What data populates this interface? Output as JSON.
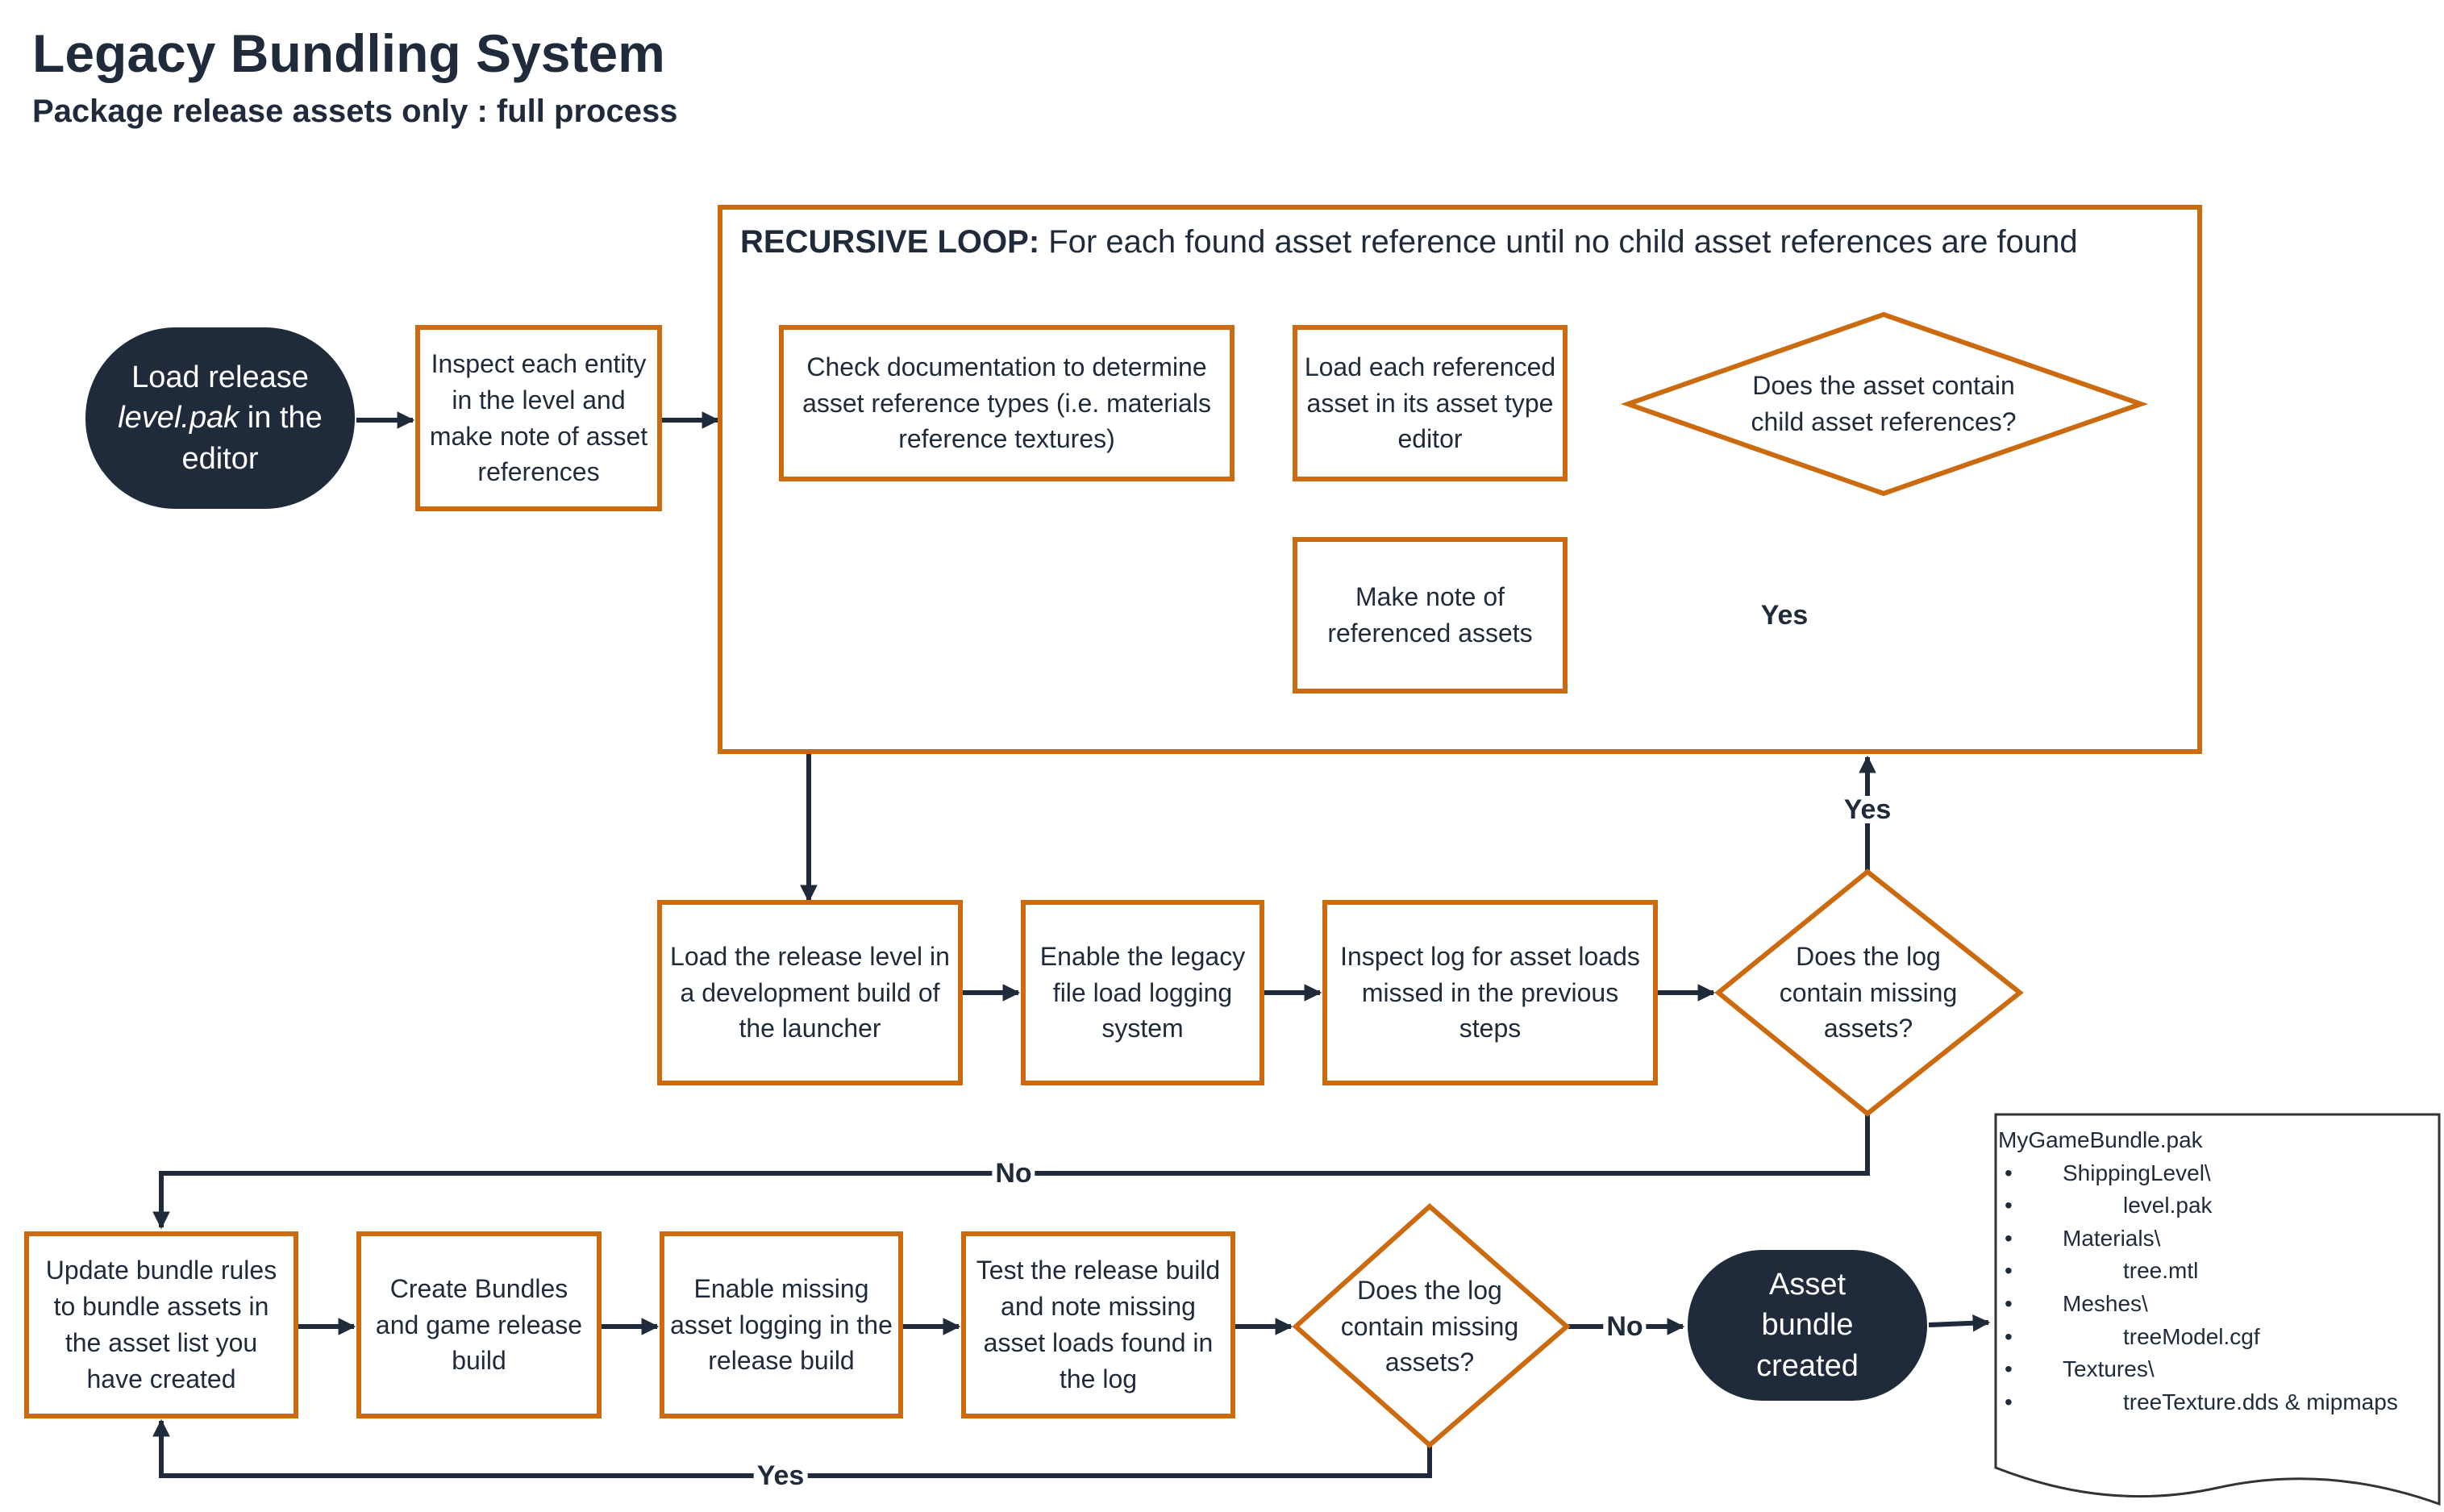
{
  "header": {
    "title": "Legacy Bundling System",
    "subtitle": "Package release assets only : full process"
  },
  "loop": {
    "heading_bold": "RECURSIVE LOOP:",
    "heading_rest": " For each found asset reference until no child asset references are found"
  },
  "nodes": {
    "load_release_level": {
      "prefix": "Load release",
      "italic": "level.pak",
      "suffix": " in the",
      "last": "editor"
    },
    "inspect_each_entity": "Inspect each entity in the level and make note of asset references",
    "check_documentation": "Check documentation to determine asset reference types (i.e. materials reference textures)",
    "load_each_referenced": "Load each referenced asset in its asset type editor",
    "does_asset_contain_child": "Does the asset contain child asset references?",
    "make_note_referenced": "Make note of referenced assets",
    "load_release_dev_build": "Load the release level in a development build of the launcher",
    "enable_legacy_logging": "Enable the legacy file load logging system",
    "inspect_log": "Inspect log for asset loads missed in the previous steps",
    "does_log_contain_missing_1": "Does the log contain missing assets?",
    "update_bundle_rules": "Update bundle rules to bundle assets in the asset list you have created",
    "create_bundles": "Create Bundles and game release build",
    "enable_missing_asset_logging": "Enable missing asset logging in the release build",
    "test_release_build": "Test the release build and note missing asset loads found in the log",
    "does_log_contain_missing_2": "Does the log contain missing assets?",
    "asset_bundle_created": "Asset bundle created"
  },
  "edge_labels": {
    "child_refs_yes": "Yes",
    "missing_assets_yes": "Yes",
    "missing_assets_no": "No",
    "final_check_no": "No",
    "final_check_yes": "Yes"
  },
  "bundle_document": {
    "title": "MyGameBundle.pak",
    "bullet": "•",
    "items": [
      {
        "text": "ShippingLevel\\",
        "level": 1
      },
      {
        "text": "level.pak",
        "level": 2
      },
      {
        "text": "Materials\\",
        "level": 1
      },
      {
        "text": "tree.mtl",
        "level": 2
      },
      {
        "text": "Meshes\\",
        "level": 1
      },
      {
        "text": "treeModel.cgf",
        "level": 2
      },
      {
        "text": "Textures\\",
        "level": 1
      },
      {
        "text": "treeTexture.dds & mipmaps",
        "level": 2
      }
    ]
  },
  "colors": {
    "process_border": "#cc6a10",
    "terminal_fill": "#1f2b3a",
    "arrow": "#1f2b3a",
    "text": "#1f2b3a",
    "background": "#ffffff"
  }
}
